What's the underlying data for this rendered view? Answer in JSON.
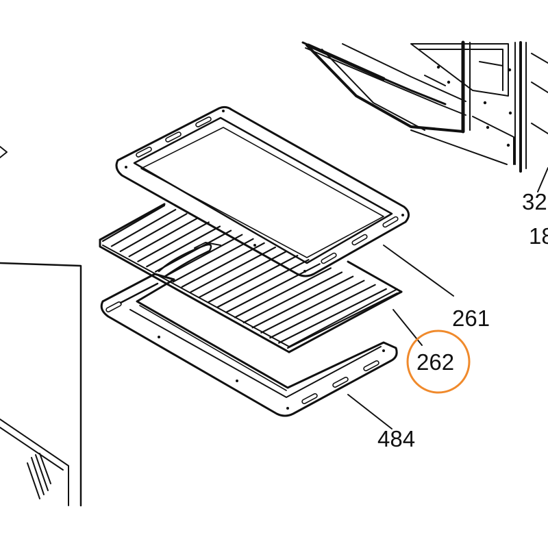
{
  "diagram": {
    "callouts": [
      {
        "id": "tray-upper",
        "label": "261"
      },
      {
        "id": "wire-rack",
        "label": "262"
      },
      {
        "id": "tray-lower",
        "label": "484"
      }
    ],
    "edge_labels": [
      {
        "id": "cut-label-1",
        "label": "32"
      },
      {
        "id": "cut-label-2",
        "label": "18"
      }
    ],
    "highlight": {
      "target": "wire-rack",
      "color": "#F08A2C"
    },
    "colors": {
      "line": "#111111",
      "background": "#FFFFFF",
      "highlight": "#F08A2C"
    }
  }
}
